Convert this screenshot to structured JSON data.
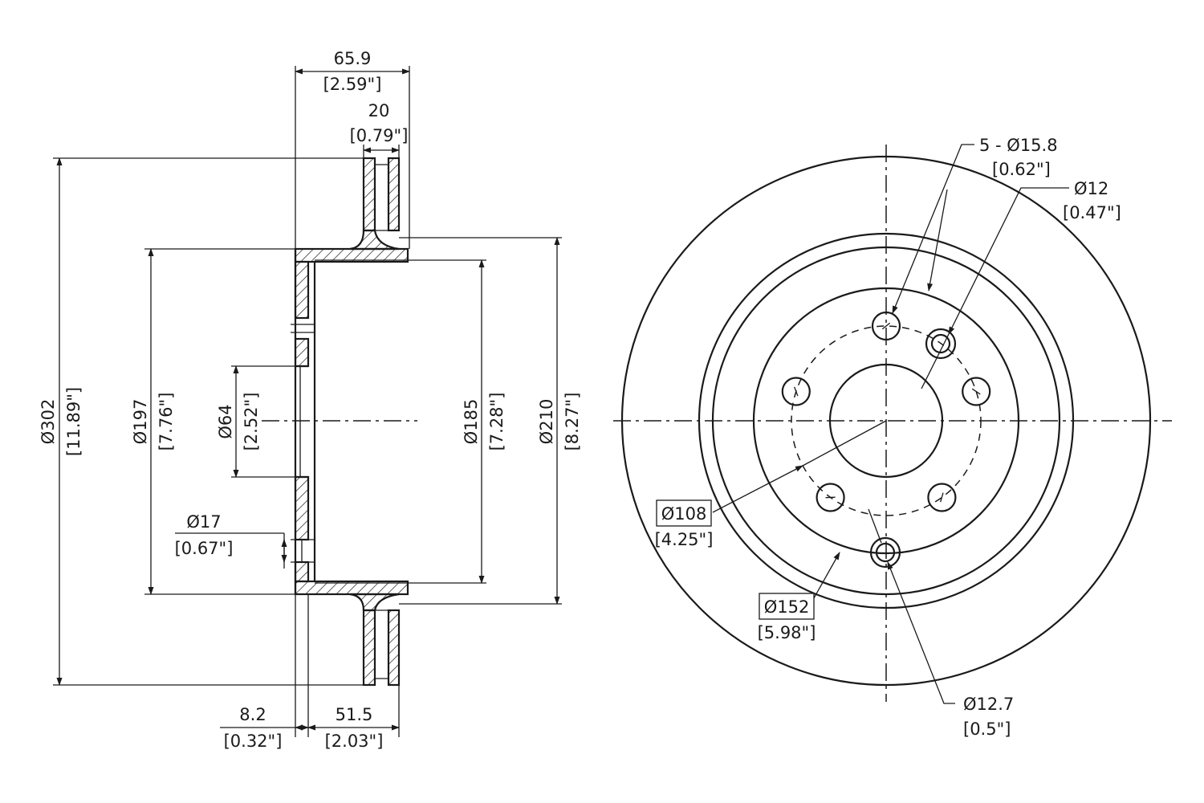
{
  "side_view": {
    "overall_width": {
      "value": "65.9",
      "inch": "[2.59\"]"
    },
    "friction_width": {
      "value": "20",
      "inch": "[0.79\"]"
    },
    "outer_diameter": {
      "value": "Ø302",
      "inch": "[11.89\"]"
    },
    "hat_outer_diameter": {
      "value": "Ø197",
      "inch": "[7.76\"]"
    },
    "center_bore": {
      "value": "Ø64",
      "inch": "[2.52\"]"
    },
    "hat_inner_diameter": {
      "value": "Ø185",
      "inch": "[7.28\"]"
    },
    "inner_friction_diameter": {
      "value": "Ø210",
      "inch": "[8.27\"]"
    },
    "small_hole": {
      "value": "Ø17",
      "inch": "[0.67\"]"
    },
    "hat_thickness": {
      "value": "8.2",
      "inch": "[0.32\"]"
    },
    "hat_depth": {
      "value": "51.5",
      "inch": "[2.03\"]"
    }
  },
  "front_view": {
    "lug_holes": {
      "value": "5 - Ø15.8",
      "inch": "[0.62\"]"
    },
    "threaded_hole": {
      "value": "Ø12",
      "inch": "[0.47\"]"
    },
    "bolt_circle": {
      "value": "Ø108",
      "inch": "[4.25\"]"
    },
    "hat_diameter": {
      "value": "Ø152",
      "inch": "[5.98\"]"
    },
    "locating_hole": {
      "value": "Ø12.7",
      "inch": "[0.5\"]"
    },
    "lug_hole_count": 5
  },
  "colors": {
    "line": "#1a1a1a",
    "background": "#ffffff"
  }
}
